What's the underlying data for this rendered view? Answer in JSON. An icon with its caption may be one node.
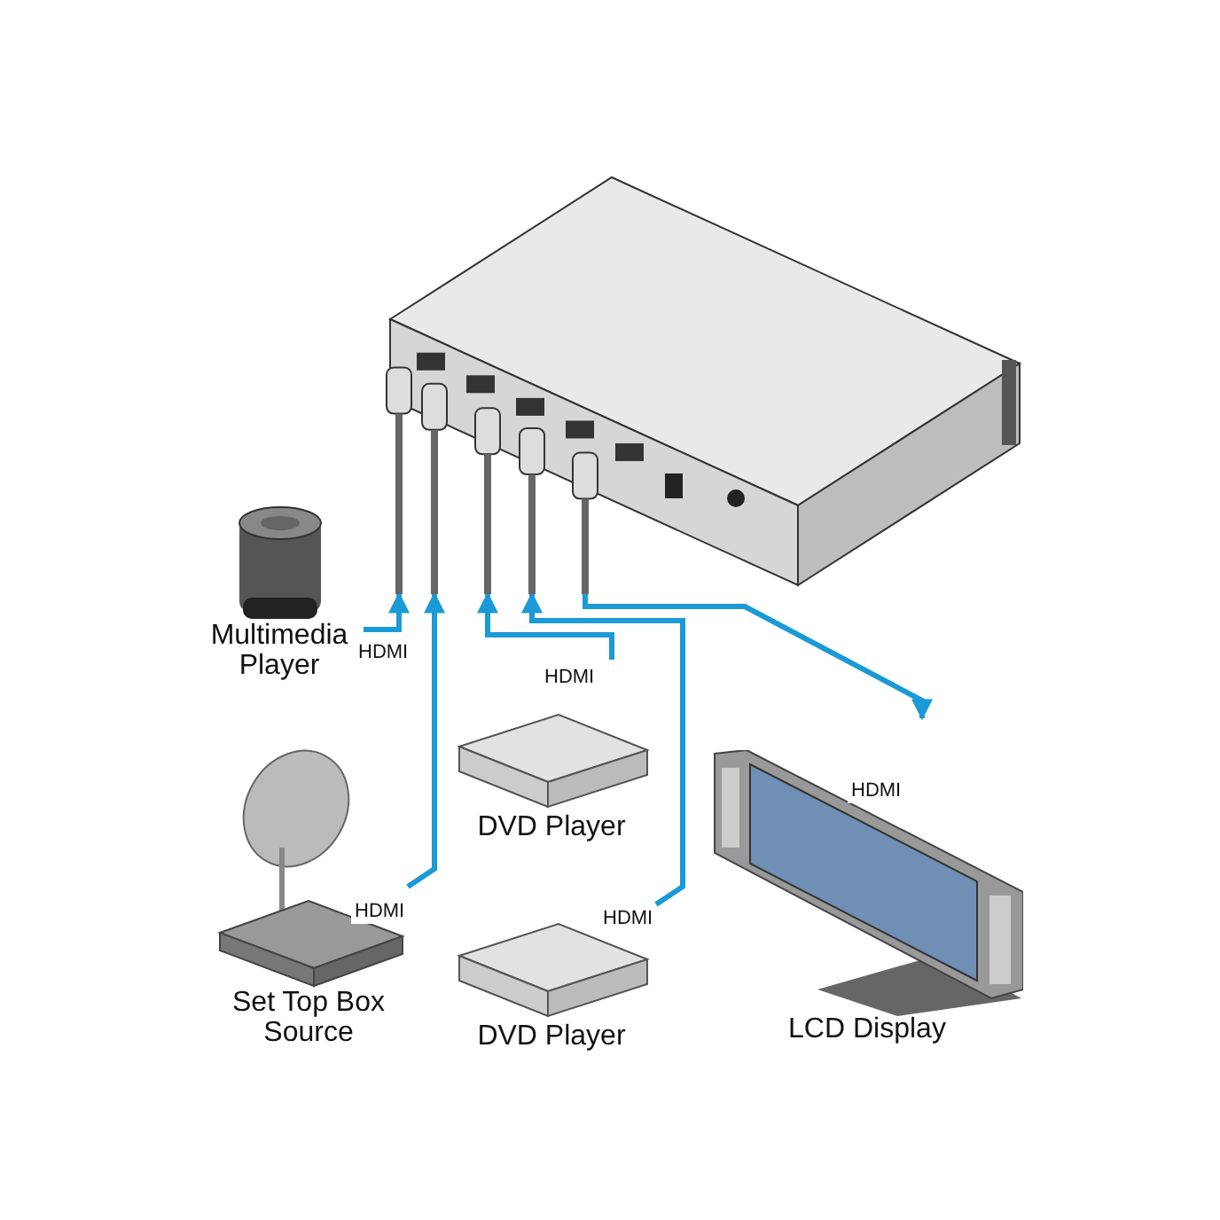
{
  "diagram": {
    "nodes": [
      {
        "text": [],
        "shape": "picture"
      },
      {
        "text": [
          "Multimedia Player"
        ]
      },
      {
        "text": [
          "Set Top Box Source"
        ]
      },
      {
        "text": [
          "DVD Player"
        ]
      },
      {
        "text": [
          "DVD Player"
        ]
      },
      {
        "text": [
          "LCD Display"
        ]
      }
    ],
    "edges": [
      {
        "from": 1,
        "to": 0,
        "arrow": "to",
        "label": "HDMI"
      },
      {
        "from": 2,
        "to": 0,
        "arrow": "to",
        "label": "HDMI"
      },
      {
        "from": 3,
        "to": 0,
        "arrow": "to",
        "label": "HDMI"
      },
      {
        "from": 4,
        "to": 0,
        "arrow": "to",
        "label": "HDMI"
      },
      {
        "from": 0,
        "to": 5,
        "arrow": "to",
        "label": "HDMI"
      }
    ]
  }
}
